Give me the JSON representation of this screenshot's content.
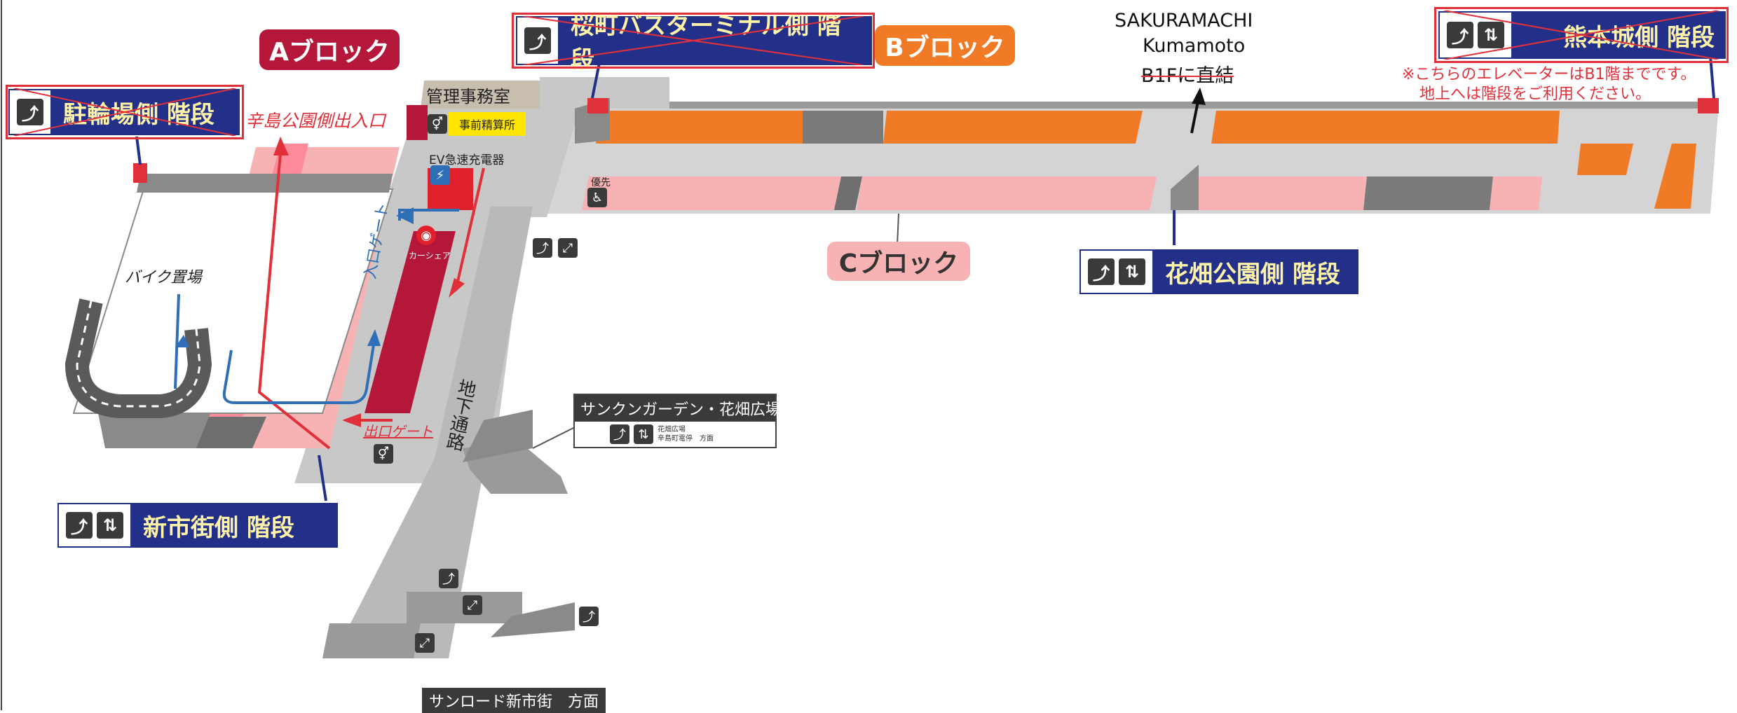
{
  "blocks": {
    "a": "Aブロック",
    "b": "Bブロック",
    "c": "Cブロック"
  },
  "signs": {
    "bicycle_stairs": "駐輪場側 階段",
    "bus_terminal_stairs": "桜町バスターミナル側 階段",
    "castle_stairs": "熊本城側 階段",
    "hanabata_stairs": "花畑公園側 階段",
    "shinshigai_stairs": "新市街側 階段"
  },
  "labels": {
    "office": "管理事務室",
    "prepay": "事前精算所",
    "ev_charger": "EV急速充電器",
    "karashima_entrance": "辛島公園側出入口",
    "bike_parking": "バイク置場",
    "entrance_gate": "入口ゲート",
    "exit_gate": "出口ゲート",
    "underpass": "地下通路",
    "car_share": "カーシェア",
    "priority": "優先",
    "sakuramachi_1": "SAKURAMACHI",
    "sakuramachi_2": "Kumamoto",
    "sakuramachi_3": "B1Fに直結",
    "elevator_note_1": "※こちらのエレベーターはB1階までです。",
    "elevator_note_2": "地上へは階段をご利用ください。",
    "sunken_garden": "サンクンガーデン・花畑広場",
    "sunken_sub_1": "花畑広場",
    "sunken_sub_2": "辛島町電停　方面",
    "sunroad": "サンロード新市街　方面"
  },
  "colors": {
    "block_a": "#b5173a",
    "block_b": "#f07a26",
    "block_c": "#f7b3b3",
    "sign_bg": "#23308a",
    "sign_text": "#fff3a8",
    "closed_mark": "#e0303a"
  },
  "icons": [
    "stairs-icon",
    "elevator-icon",
    "escalator-icon",
    "restroom-icon",
    "wheelchair-icon",
    "car-share-icon",
    "ev-charger-icon"
  ]
}
